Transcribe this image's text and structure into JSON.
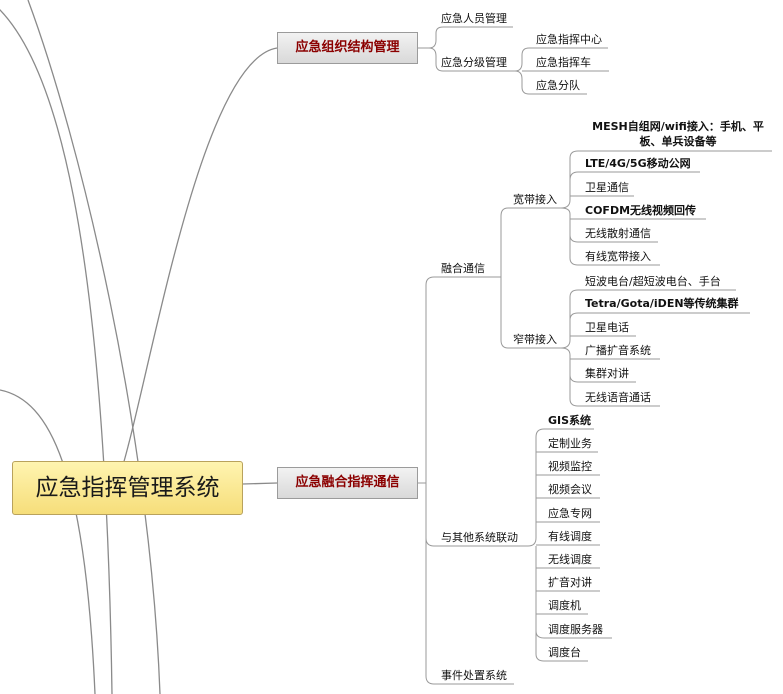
{
  "root": {
    "label": "应急指挥管理系统"
  },
  "branch_org": {
    "label": "应急组织结构管理",
    "children": [
      {
        "label": "应急人员管理"
      },
      {
        "label": "应急分级管理",
        "children": [
          "应急指挥中心",
          "应急指挥车",
          "应急分队"
        ]
      }
    ]
  },
  "branch_comm": {
    "label": "应急融合指挥通信",
    "fusion": {
      "label": "融合通信",
      "broadband": {
        "label": "宽带接入",
        "items": [
          "MESH自组网/wifi接入：手机、平板、单兵设备等",
          "LTE/4G/5G移动公网",
          "卫星通信",
          "COFDM无线视频回传",
          "无线散射通信",
          "有线宽带接入"
        ]
      },
      "narrowband": {
        "label": "窄带接入",
        "items": [
          "短波电台/超短波电台、手台",
          "Tetra/Gota/iDEN等传统集群",
          "卫星电话",
          "广播扩音系统",
          "集群对讲",
          "无线语音通话"
        ]
      }
    },
    "linkage": {
      "label": "与其他系统联动",
      "items": [
        "GIS系统",
        "定制业务",
        "视频监控",
        "视频会议",
        "应急专网",
        "有线调度",
        "无线调度",
        "扩音对讲",
        "调度机",
        "调度服务器",
        "调度台"
      ]
    },
    "incident": {
      "label": "事件处置系统"
    }
  }
}
